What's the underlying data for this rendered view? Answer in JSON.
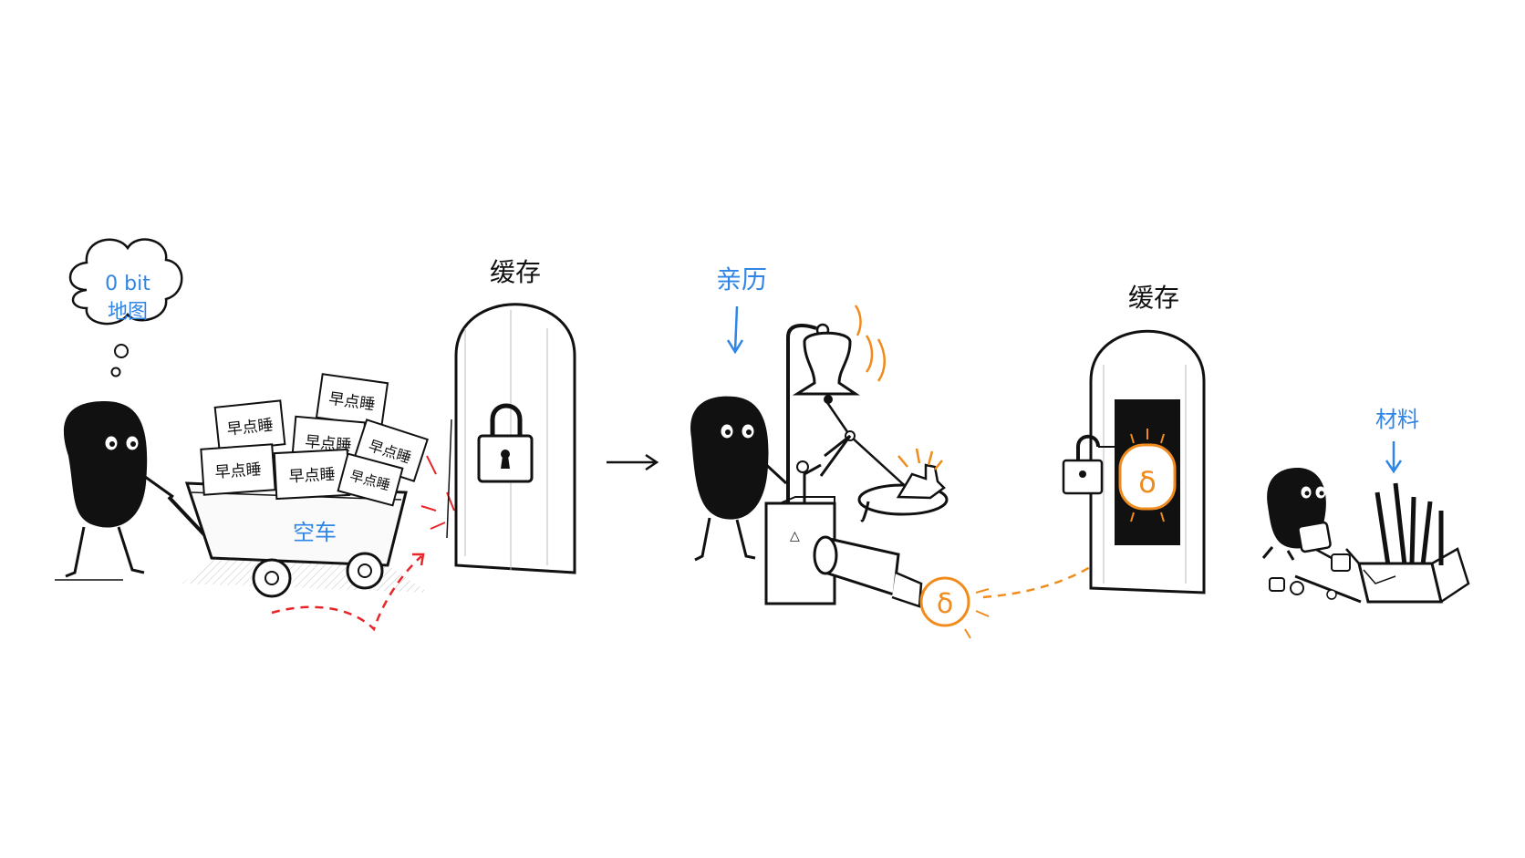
{
  "thought_bubble": {
    "line1": "0 bit",
    "line2": "地图"
  },
  "cart": {
    "label": "空车",
    "papers": [
      "早点睡",
      "早点睡",
      "早点睡",
      "早点睡",
      "早点睡",
      "早点睡",
      "早点睡"
    ]
  },
  "door_left": {
    "label": "缓存"
  },
  "experience": {
    "label": "亲历"
  },
  "delta_coin": {
    "symbol": "δ"
  },
  "door_right": {
    "label": "缓存",
    "symbol": "δ"
  },
  "materials": {
    "label": "材料"
  },
  "colors": {
    "blue": "#2f86e6",
    "orange": "#f08c1e",
    "red": "#e8262a",
    "ink": "#111111"
  }
}
